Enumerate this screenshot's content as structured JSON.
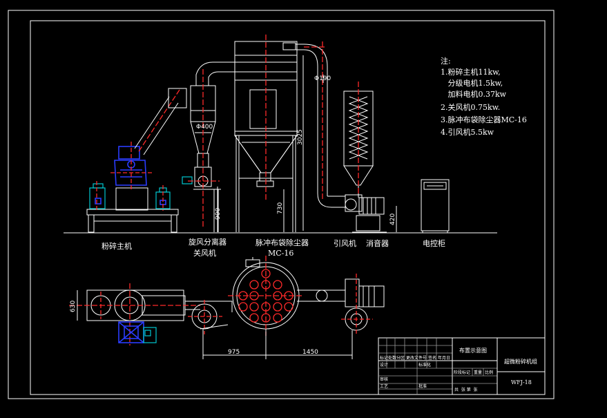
{
  "notes": {
    "heading": "注:",
    "lines": [
      "1.粉碎主机11kw,",
      "   分级电机1.5kw,",
      "   加料电机0.37kw",
      "2.关风机0.75kw.",
      "3.脉冲布袋除尘器MC-16",
      "4.引风机5.5kw"
    ]
  },
  "equipment_labels": {
    "crusher": "粉碎主机",
    "cyclone_line1": "旋风分离器",
    "cyclone_line2": "关风机",
    "dust_line1": "脉冲布袋除尘器",
    "dust_line2": "MC-16",
    "fan": "引风机",
    "silencer": "消音器",
    "cabinet": "电控柜"
  },
  "dimensions": {
    "d400": "Φ400",
    "d190": "Φ190",
    "h3025": "3025",
    "h900": "900",
    "h730": "730",
    "h420": "420",
    "w630": "630",
    "l975": "975",
    "l1450": "1450"
  },
  "title_block": {
    "drawing_title": "布置示意图",
    "product_name": "超微粉碎机组",
    "drawing_number": "WFJ-18",
    "row_headers": [
      "标记",
      "处数",
      "分区",
      "更改文件号",
      "签名",
      "年月日"
    ],
    "roles": [
      "设计",
      "审核",
      "工艺",
      "标准化",
      "批准"
    ],
    "stage_headers": [
      "阶段标记",
      "重量",
      "比例"
    ],
    "sheet_info": "共  张 第  张"
  },
  "colors": {
    "background": "#000000",
    "line_white": "#ffffff",
    "line_red": "#ff2a2a",
    "line_blue": "#2a3cff",
    "line_cyan": "#00c8d0"
  }
}
